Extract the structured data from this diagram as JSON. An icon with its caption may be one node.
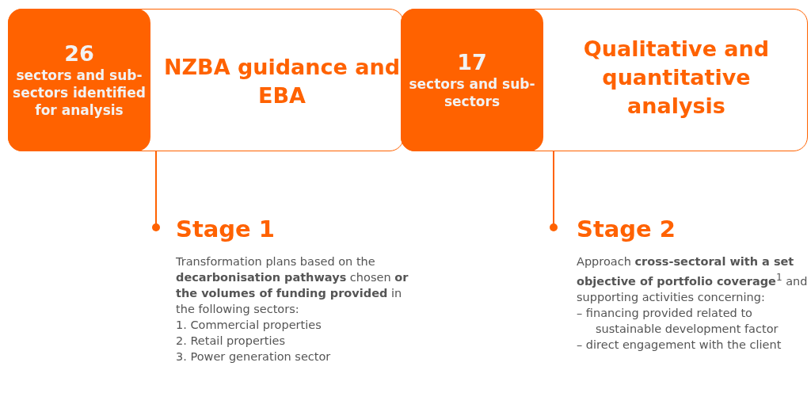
{
  "diagram": {
    "nodes": [
      {
        "text": [
          "NZBA guidance and EBA"
        ]
      },
      {
        "text": [
          "26",
          "sectors and sub-sectors identified for analysis"
        ],
        "in": 0
      },
      {
        "text": [
          "Qualitative and quantitative analysis"
        ]
      },
      {
        "text": [
          "17",
          "sectors and sub-sectors"
        ],
        "in": 2
      },
      {
        "text": [
          "Stage 1",
          "Transformation plans based on the **decarbonisation pathways** chosen **or the volumes of funding provided** in the following sectors:",
          "1. Commercial properties",
          "2. Retail properties",
          "3. Power generation sector"
        ]
      },
      {
        "text": [
          "Stage 2",
          "Approach **cross-sectoral with a set objective of portfolio coverage**$^{1}$ and supporting activities concerning:",
          "– financing provided related to sustainable development factor",
          "– direct engagement with the client"
        ]
      }
    ],
    "edges": [
      {
        "from": 0,
        "to": 4,
        "arrow": "other"
      },
      {
        "from": 2,
        "to": 5,
        "arrow": "other"
      }
    ]
  }
}
